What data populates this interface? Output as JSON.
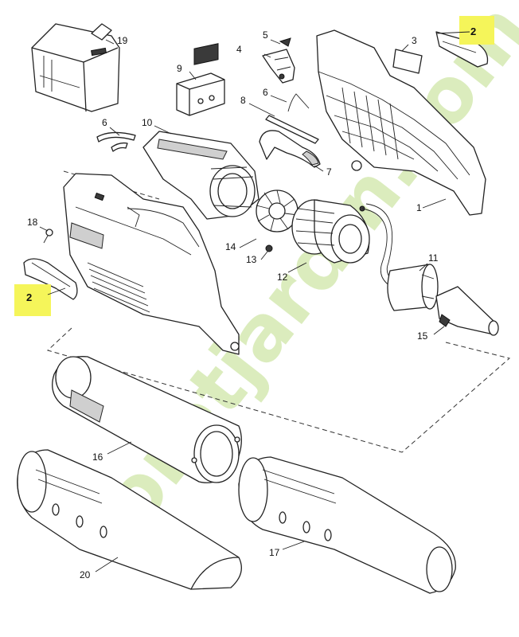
{
  "diagram": {
    "highlight_color": "#f5f55a",
    "watermark": "foretjardin.com",
    "callouts": [
      {
        "id": "c1",
        "label": "1"
      },
      {
        "id": "c2a",
        "label": "2",
        "highlighted": true
      },
      {
        "id": "c2b",
        "label": "2",
        "highlighted": true
      },
      {
        "id": "c3",
        "label": "3"
      },
      {
        "id": "c4",
        "label": "4"
      },
      {
        "id": "c5",
        "label": "5"
      },
      {
        "id": "c6a",
        "label": "6"
      },
      {
        "id": "c6b",
        "label": "6"
      },
      {
        "id": "c7",
        "label": "7"
      },
      {
        "id": "c8",
        "label": "8"
      },
      {
        "id": "c9",
        "label": "9"
      },
      {
        "id": "c10",
        "label": "10"
      },
      {
        "id": "c11",
        "label": "11"
      },
      {
        "id": "c12",
        "label": "12"
      },
      {
        "id": "c13",
        "label": "13"
      },
      {
        "id": "c14",
        "label": "14"
      },
      {
        "id": "c15",
        "label": "15"
      },
      {
        "id": "c16",
        "label": "16"
      },
      {
        "id": "c17",
        "label": "17"
      },
      {
        "id": "c18",
        "label": "18"
      },
      {
        "id": "c19",
        "label": "19"
      },
      {
        "id": "c20",
        "label": "20"
      }
    ]
  }
}
